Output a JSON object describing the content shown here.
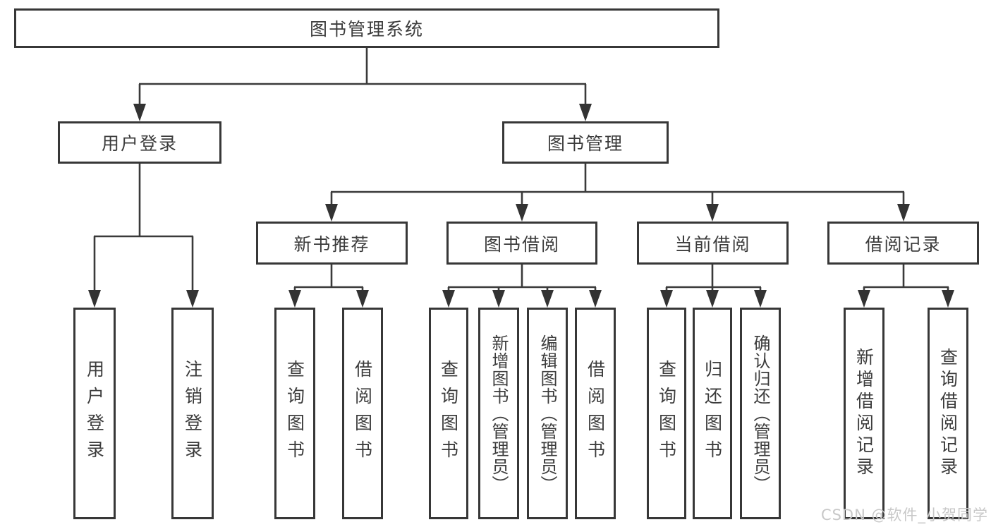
{
  "diagram": {
    "root": {
      "label": "图书管理系统"
    },
    "branches": [
      {
        "label": "用户登录",
        "children": [
          {
            "label": "用户登录"
          },
          {
            "label": "注销登录"
          }
        ]
      },
      {
        "label": "图书管理",
        "children": [
          {
            "label": "新书推荐",
            "children": [
              {
                "label": "查询图书"
              },
              {
                "label": "借阅图书"
              }
            ]
          },
          {
            "label": "图书借阅",
            "children": [
              {
                "label": "查询图书"
              },
              {
                "label": "新增图书（管理员）"
              },
              {
                "label": "编辑图书（管理员）"
              },
              {
                "label": "借阅图书"
              }
            ]
          },
          {
            "label": "当前借阅",
            "children": [
              {
                "label": "查询图书"
              },
              {
                "label": "归还图书"
              },
              {
                "label": "确认归还（管理员）"
              }
            ]
          },
          {
            "label": "借阅记录",
            "children": [
              {
                "label": "新增借阅记录"
              },
              {
                "label": "查询借阅记录"
              }
            ]
          }
        ]
      }
    ]
  },
  "watermark": {
    "text": "CSDN @软件_小贺同学"
  },
  "colors": {
    "line": "#3a3a3a",
    "box_border": "#373737",
    "text": "#3c3c3c",
    "box_background": "#ffffff",
    "watermark": "#c8c8c8",
    "page_background": "#ffffff"
  }
}
